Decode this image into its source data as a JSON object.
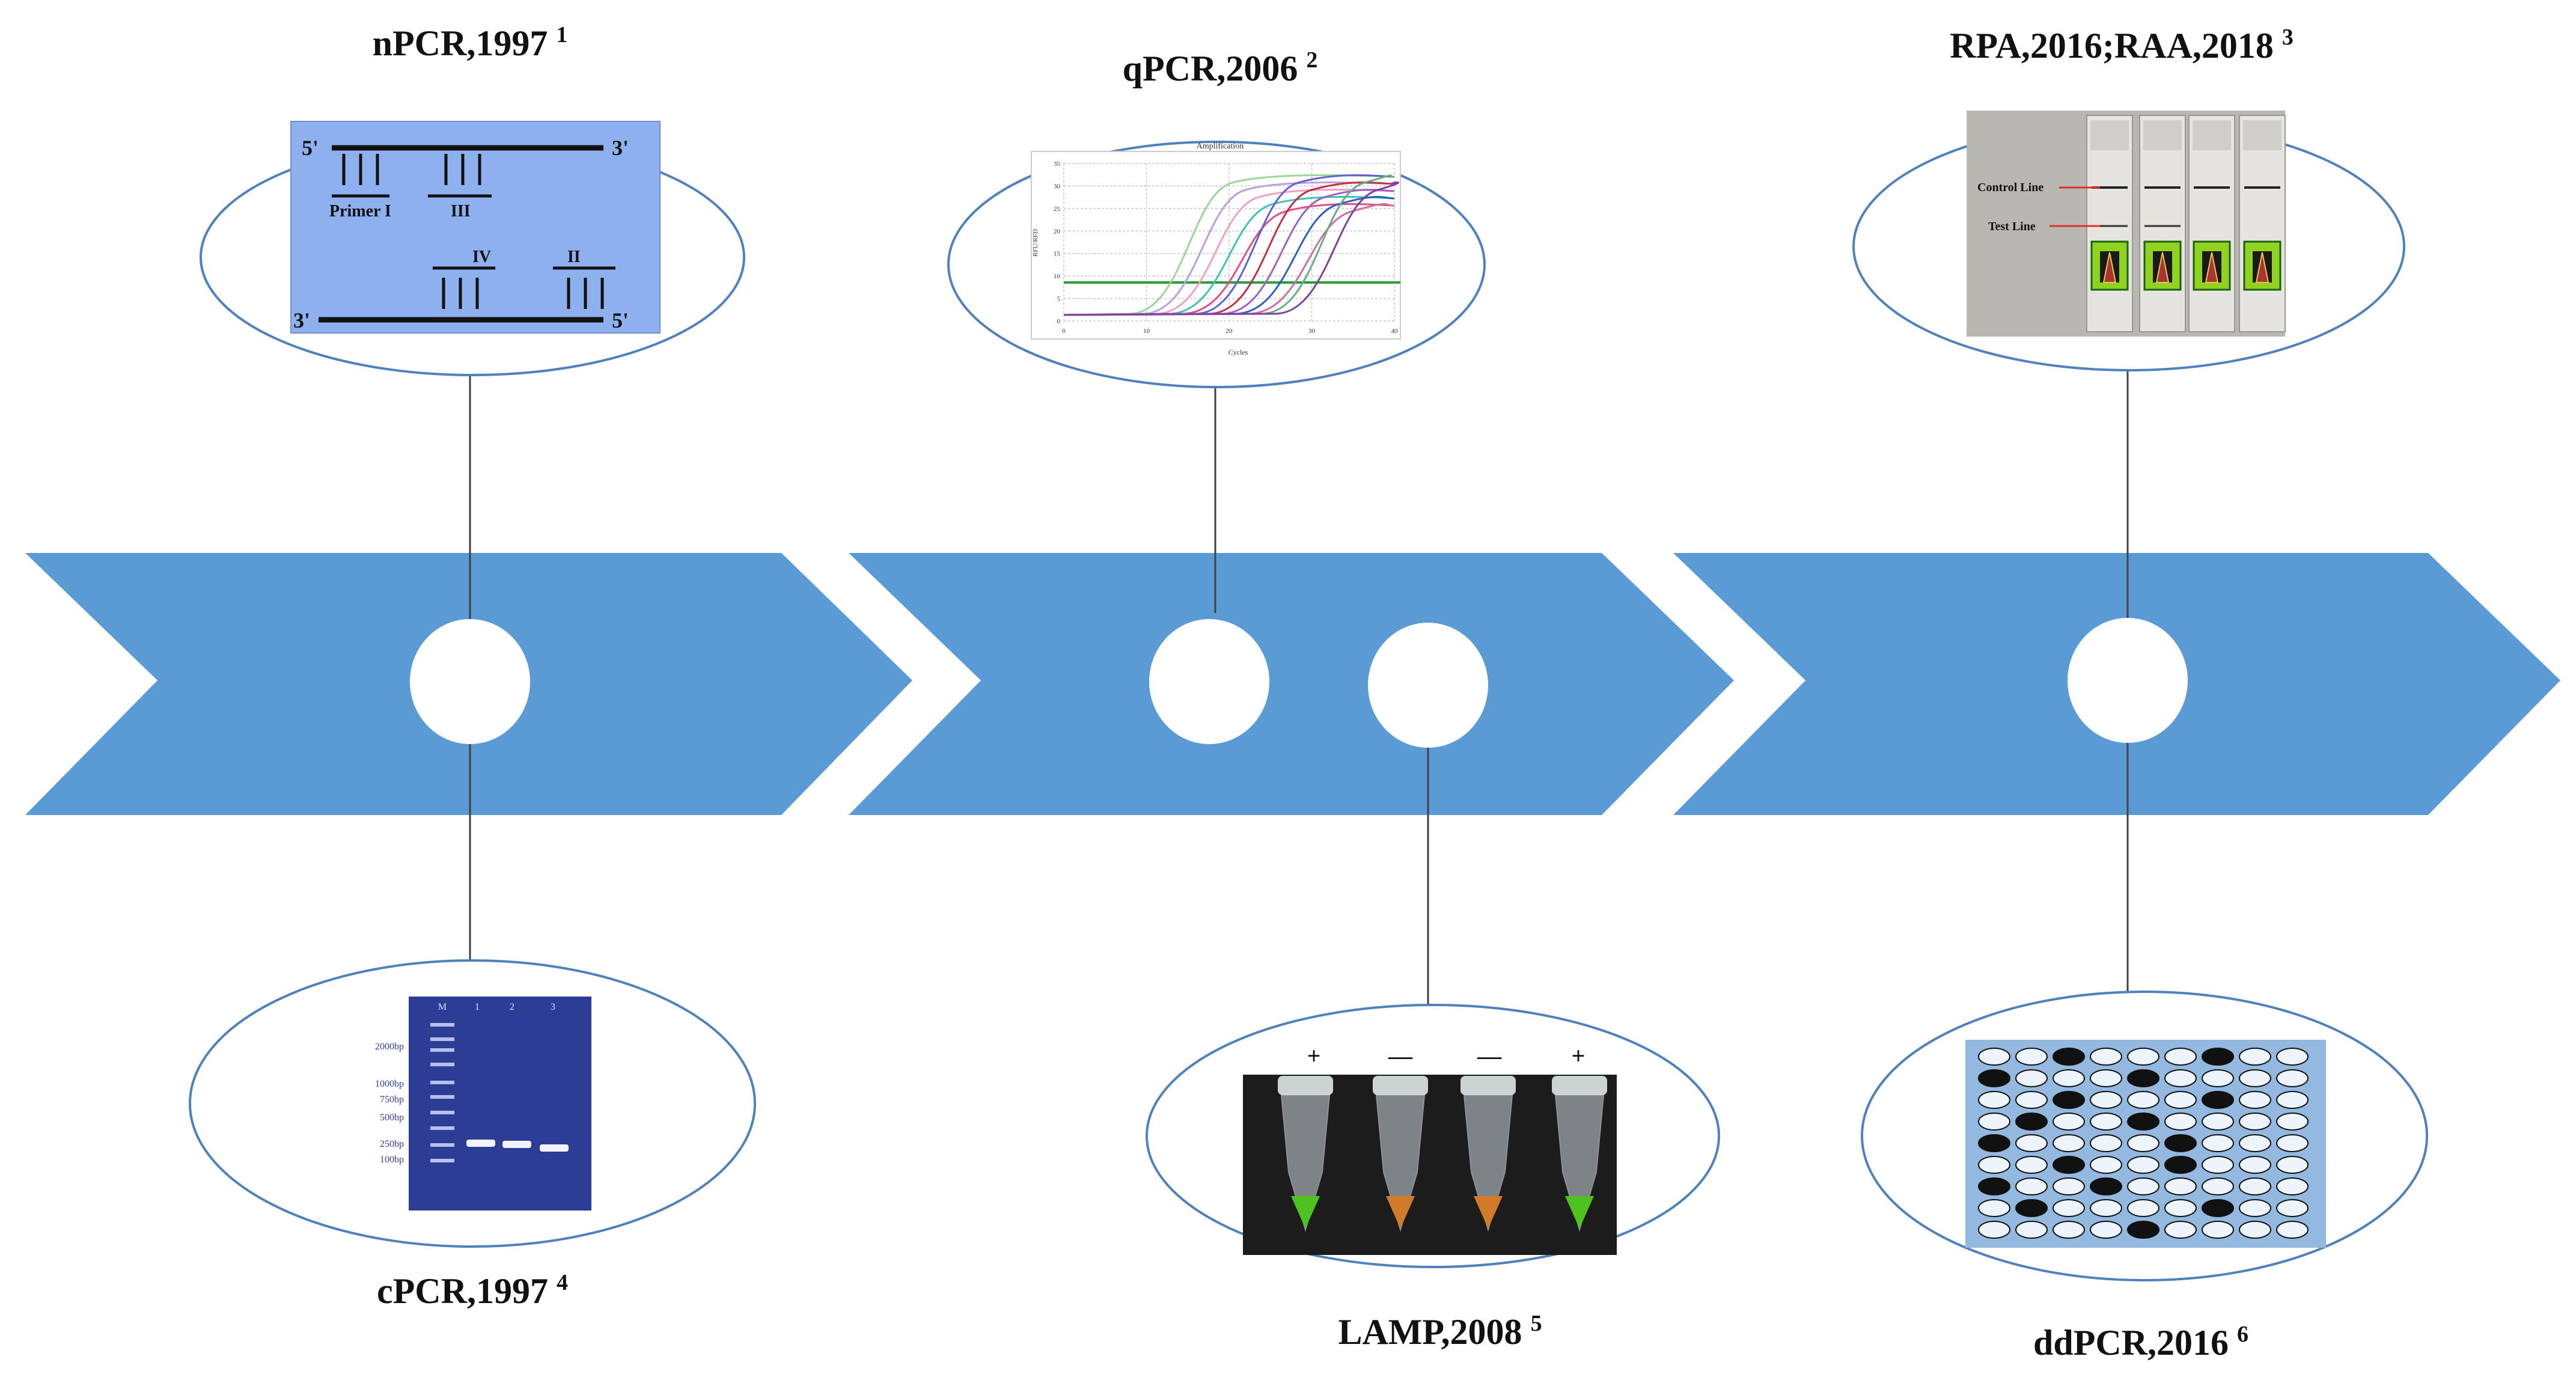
{
  "colors": {
    "arrow": "#5b9bd5",
    "node_fill": "#ffffff",
    "line": "#404040",
    "ellipse_stroke": "#4f81bd",
    "panel_blue": "#8fb0ee",
    "gel_blue": "#2d3d96",
    "droplet_panel": "#93b9e0",
    "tube_green": "#4ec21f",
    "tube_orange": "#d07a2a"
  },
  "milestones": {
    "npcr": {
      "label": "nPCR,1997",
      "ref": "1"
    },
    "qpcr": {
      "label": "qPCR,2006",
      "ref": "2"
    },
    "rpa": {
      "label": "RPA,2016;RAA,2018",
      "ref": "3"
    },
    "cpcr": {
      "label": "cPCR,1997",
      "ref": "4"
    },
    "lamp": {
      "label": "LAMP,2008",
      "ref": "5"
    },
    "ddpcr": {
      "label": "ddPCR,2016",
      "ref": "6"
    }
  },
  "npcr_panel": {
    "end5_top": "5'",
    "end3_top": "3'",
    "end3_bottom": "3'",
    "end5_bottom": "5'",
    "primer_i": "Primer I",
    "primer_iii": "III",
    "primer_iv": "IV",
    "primer_ii": "II"
  },
  "qpcr_panel": {
    "title": "Amplification",
    "xlabel": "Cycles",
    "ylabel": "RFU/RFD",
    "yticks": [
      "35",
      "30",
      "25",
      "20",
      "15",
      "10",
      "5",
      "0"
    ],
    "xticks": [
      "0",
      "10",
      "20",
      "30",
      "40"
    ]
  },
  "strip_panel": {
    "control_line": "Control Line",
    "test_line": "Test Line"
  },
  "gel_panel": {
    "lanes": [
      "M",
      "1",
      "2",
      "3"
    ],
    "markers": [
      "2000bp",
      "1000bp",
      "750bp",
      "500bp",
      "250bp",
      "100bp"
    ]
  },
  "lamp_panel": {
    "signs": [
      "+",
      "—",
      "—",
      "+"
    ]
  }
}
